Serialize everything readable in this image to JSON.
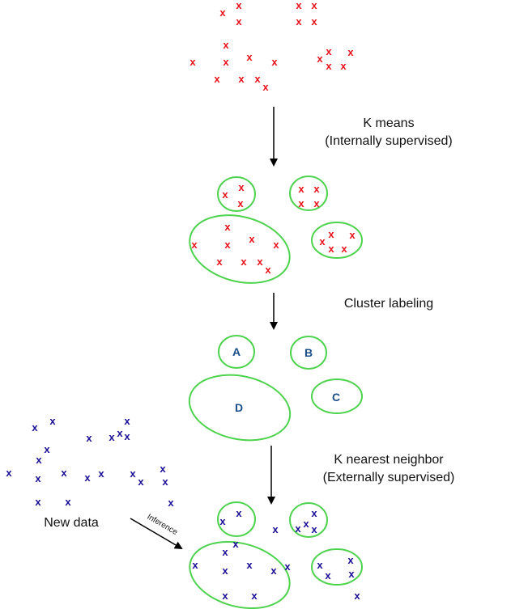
{
  "colors": {
    "original_points": "#e8141b",
    "new_points": "#1a0f96",
    "cluster_outline": "#4ed34e",
    "cluster_letter": "#1c4f88",
    "arrow": "#000000"
  },
  "marker": "x",
  "step_labels": {
    "kmeans_line1": "K means",
    "kmeans_line2": "(Internally supervised)",
    "cluster_labeling": "Cluster labeling",
    "knn_line1": "K nearest neighbor",
    "knn_line2": "(Externally supervised)"
  },
  "new_data_label": "New data",
  "inference_label": "Inference",
  "cluster_letters": {
    "a": "A",
    "b": "B",
    "c": "C",
    "d": "D"
  }
}
